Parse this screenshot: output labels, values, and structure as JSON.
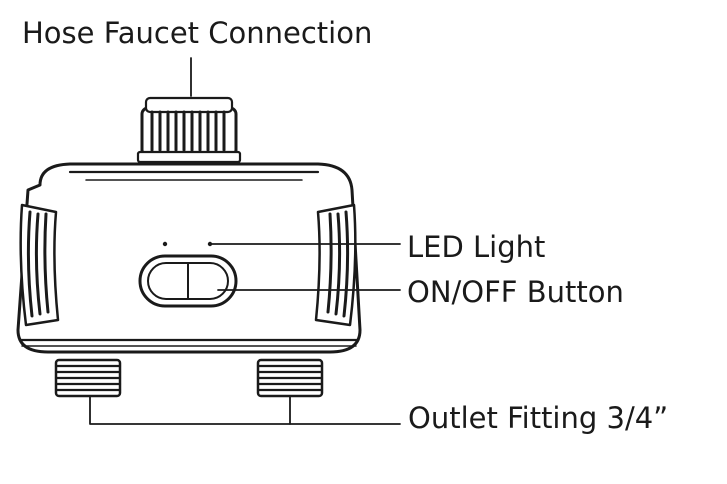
{
  "labels": {
    "hose_faucet": "Hose Faucet Connection",
    "led_light": "LED Light",
    "on_off_button": "ON/OFF Button",
    "outlet_fitting": "Outlet Fitting 3/4”"
  },
  "colors": {
    "line": "#1a1a1a",
    "background": "#ffffff",
    "body_fill": "#ffffff"
  }
}
